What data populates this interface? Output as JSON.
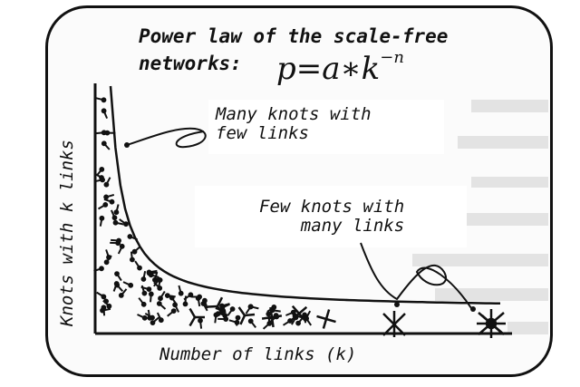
{
  "title_line1": "Power law of the scale-free",
  "title_line2": "networks:",
  "formula": {
    "lhs": "p=a∗k",
    "exponent": "−n"
  },
  "annotation_many_knots": "Many knots with\nfew links",
  "annotation_few_knots": "Few knots with\n    many links",
  "xlabel": "Number of links (k)",
  "ylabel": "Knots with k links",
  "chart_data": {
    "type": "line",
    "title": "",
    "xlabel": "Number of links (k)",
    "ylabel": "Knots with k links",
    "series": [
      {
        "values": [],
        "shape": "power-law decay p = a*k^-n"
      }
    ]
  }
}
